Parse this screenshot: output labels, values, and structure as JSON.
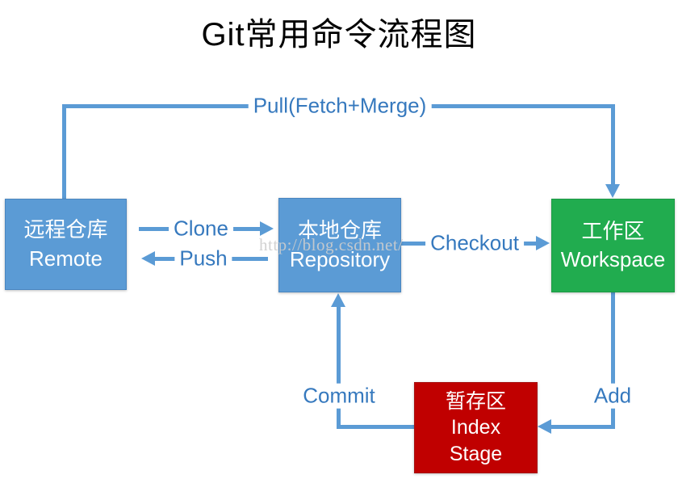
{
  "title": "Git常用命令流程图",
  "watermark": "http://blog.csdn.net/",
  "colors": {
    "line_blue": "#5B9BD5",
    "label_blue": "#3679BE",
    "node_blue": "#5B9BD5",
    "node_green": "#21AC4F",
    "node_red": "#C00000",
    "title_black": "#000000"
  },
  "nodes": {
    "remote": {
      "zh": "远程仓库",
      "en": "Remote"
    },
    "repository": {
      "zh": "本地仓库",
      "en": "Repository"
    },
    "workspace": {
      "zh": "工作区",
      "en": "Workspace"
    },
    "index": {
      "zh": "暂存区",
      "en": "Index",
      "en2": "Stage"
    }
  },
  "edges": {
    "pull": "Pull(Fetch+Merge)",
    "clone": "Clone",
    "push": "Push",
    "checkout": "Checkout",
    "commit": "Commit",
    "add": "Add"
  }
}
